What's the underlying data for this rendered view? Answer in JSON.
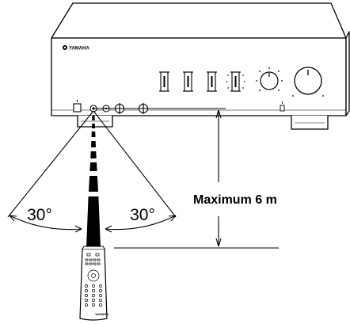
{
  "amplifier": {
    "brand": "YAMAHA"
  },
  "range": {
    "left_angle": "30°",
    "right_angle": "30°",
    "distance_label": "Maximum 6 m"
  },
  "remote": {
    "brand": "YAMAHA"
  }
}
